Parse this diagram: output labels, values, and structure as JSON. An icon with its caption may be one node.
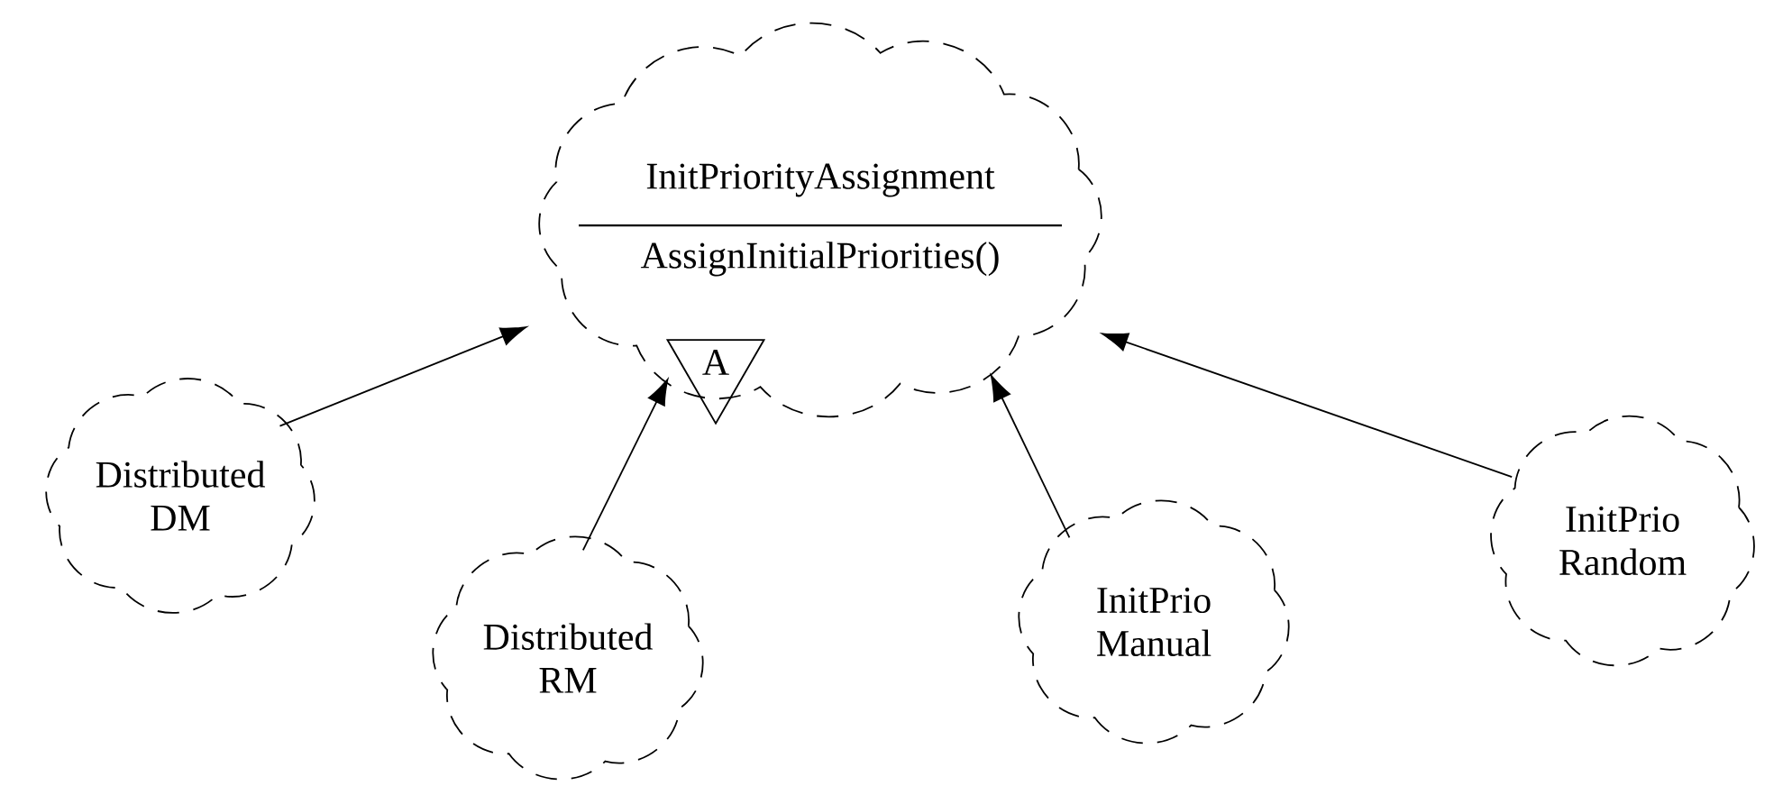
{
  "diagram": {
    "nodes": [
      {
        "text": [
          "InitPriorityAssignment",
          "AssignInitialPriorities()"
        ]
      },
      {
        "text": [
          "A"
        ],
        "in": 0
      },
      {
        "text": [
          "Distributed DM"
        ]
      },
      {
        "text": [
          "Distributed RM"
        ]
      },
      {
        "text": [
          "InitPrio Manual"
        ]
      },
      {
        "text": [
          "InitPrio Random"
        ]
      }
    ],
    "edges": [
      {
        "from": 2,
        "to": 0,
        "arrow": "to"
      },
      {
        "from": 3,
        "to": 0,
        "arrow": "to"
      },
      {
        "from": 4,
        "to": 0,
        "arrow": "to"
      },
      {
        "from": 5,
        "to": 0,
        "arrow": "to"
      }
    ]
  }
}
